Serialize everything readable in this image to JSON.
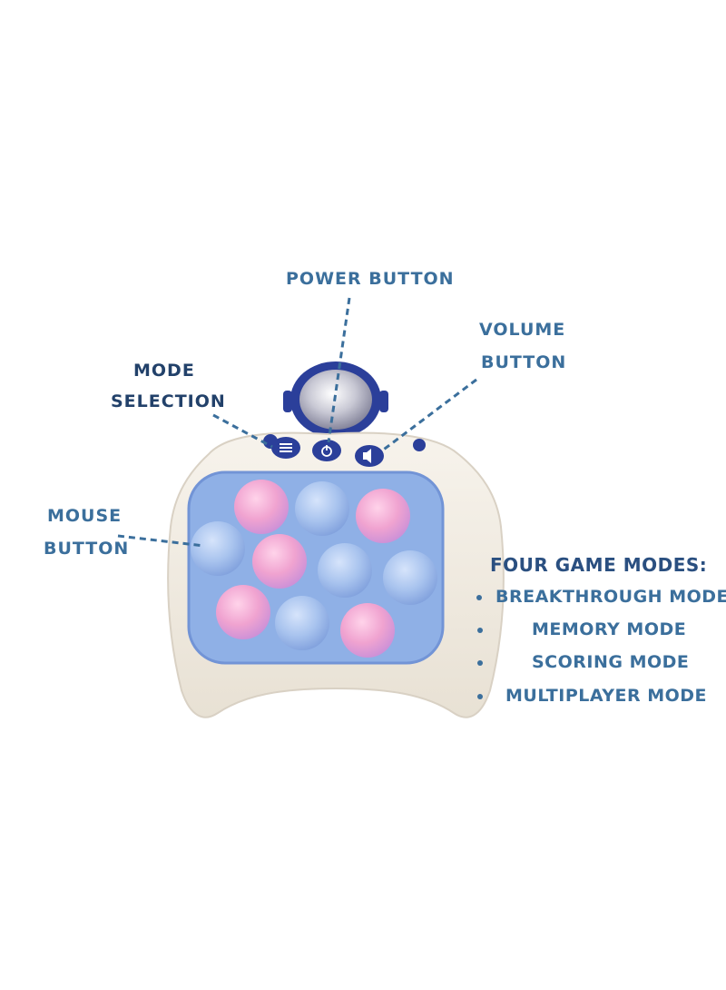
{
  "labels": {
    "power": "POWER BUTTON",
    "volume_line1": "VOLUME",
    "volume_line2": "BUTTON",
    "mode_line1": "MODE",
    "mode_line2": "SELECTION",
    "mouse_line1": "MOUSE",
    "mouse_line2": "BUTTON"
  },
  "modes": {
    "title": "FOUR GAME MODES:",
    "items": [
      "BREAKTHROUGH MODE",
      "MEMORY MODE",
      "SCORING MODE",
      "MULTIPLAYER MODE"
    ]
  },
  "colors": {
    "label_blue": "#3b6f9c",
    "title_blue": "#2a4f80",
    "shell": "#f2ede4",
    "panel": "#8fb0e6",
    "bubble_pink": "#f2a6d2",
    "bubble_blue": "#a9c4ec",
    "astronaut": "#2b3f9a"
  },
  "icons": [
    "menu-icon",
    "power-icon",
    "speaker-icon",
    "astronaut-icon"
  ]
}
